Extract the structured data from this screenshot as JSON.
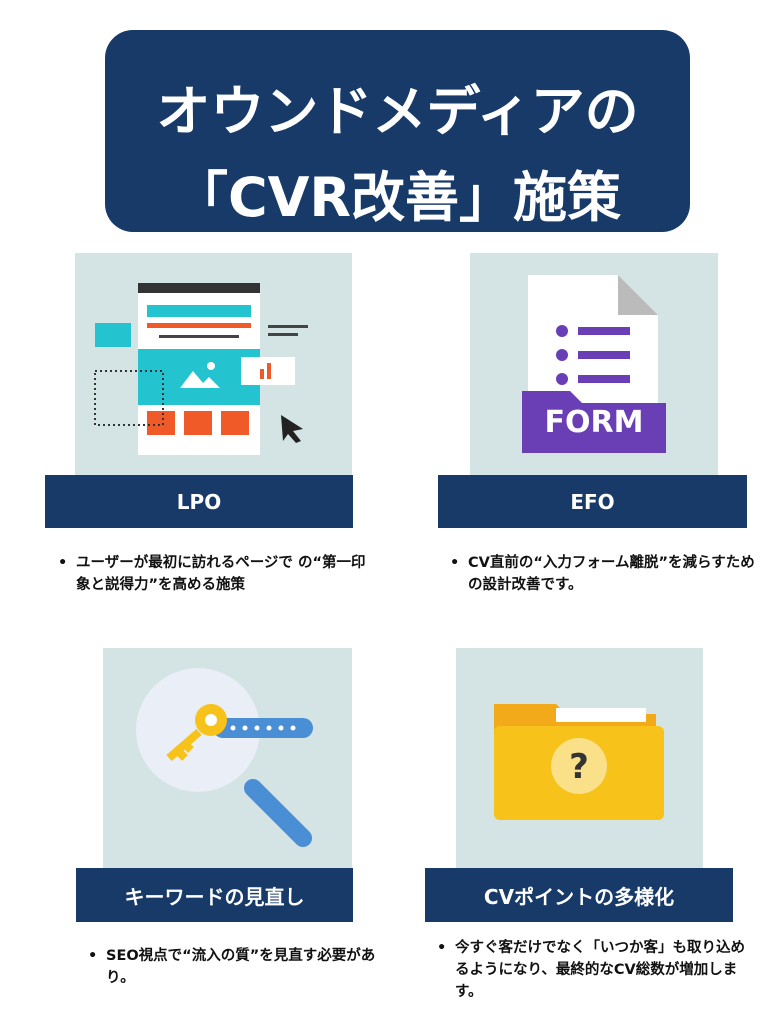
{
  "title": {
    "line1": "オウンドメディアの",
    "line2": "「CVR改善」施策"
  },
  "cards": [
    {
      "label": "LPO",
      "text": "ユーザーが最初に訪れるページで の“第一印象と説得力”を高める施策",
      "icon": "landing-page-icon"
    },
    {
      "label": "EFO",
      "text": "CV直前の“入力フォーム離脱”を減らすための設計改善です。",
      "icon": "form-document-icon",
      "icon_text": "FORM"
    },
    {
      "label": "キーワードの見直し",
      "text": "SEO視点で“流入の質”を見直す必要があり。",
      "icon": "key-magnifier-icon"
    },
    {
      "label": "CVポイントの多様化",
      "text": "今すぐ客だけでなく「いつか客」も取り込めるようになり、最終的なCV総数が増加します。",
      "icon": "folder-question-icon"
    }
  ],
  "colors": {
    "navy": "#173a68",
    "panel": "#d4e3e3",
    "purple": "#6a3fb5",
    "yellow": "#f7c21a"
  }
}
